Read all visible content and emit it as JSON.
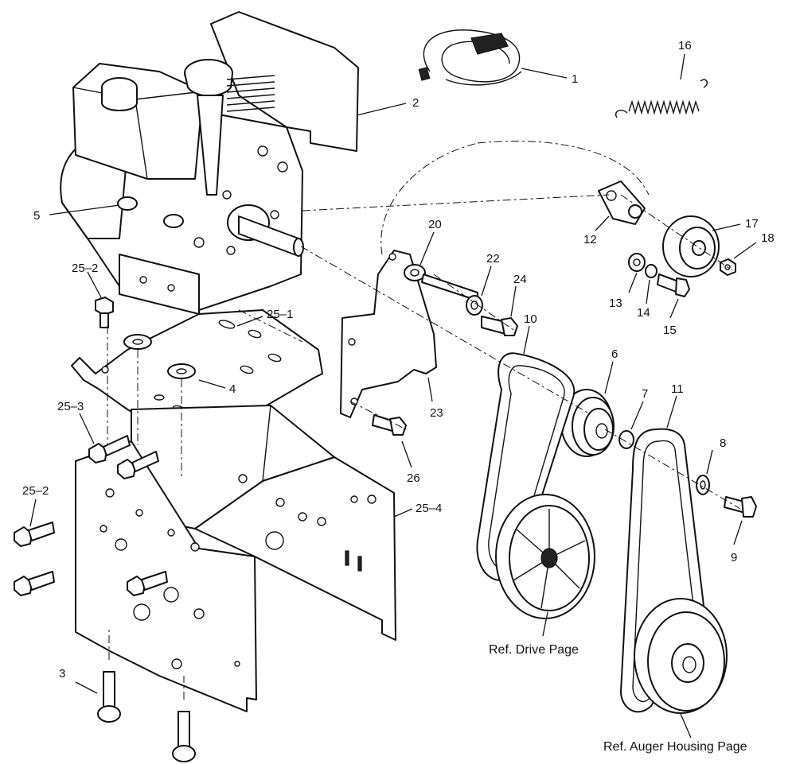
{
  "callouts": {
    "c1": "1",
    "c2": "2",
    "c3": "3",
    "c4": "4",
    "c5": "5",
    "c6": "6",
    "c7": "7",
    "c8": "8",
    "c9": "9",
    "c10": "10",
    "c11": "11",
    "c12": "12",
    "c13": "13",
    "c14": "14",
    "c15": "15",
    "c16": "16",
    "c17": "17",
    "c18": "18",
    "c20": "20",
    "c22": "22",
    "c23": "23",
    "c24": "24",
    "c25_1": "25–1",
    "c25_2a": "25–2",
    "c25_2b": "25–2",
    "c25_3": "25–3",
    "c25_4": "25–4",
    "c26": "26"
  },
  "references": {
    "drive": "Ref. Drive Page",
    "auger": "Ref. Auger Housing Page"
  }
}
